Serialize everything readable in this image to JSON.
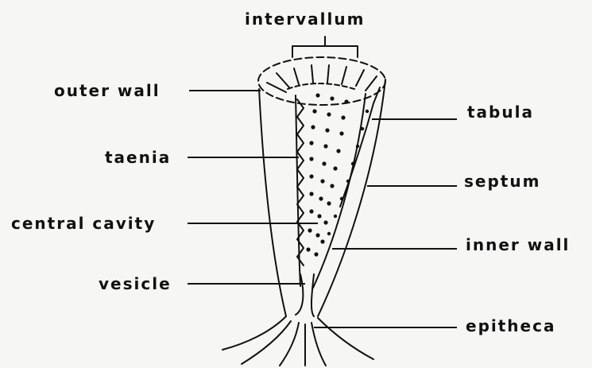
{
  "diagram": {
    "labels": {
      "intervallum": "intervallum",
      "outer_wall": "outer wall",
      "taenia": "taenia",
      "central_cavity": "central cavity",
      "vesicle": "vesicle",
      "tabula": "tabula",
      "septum": "septum",
      "inner_wall": "inner wall",
      "epitheca": "epitheca"
    },
    "colors": {
      "ink": "#111111",
      "background": "#f6f6f4"
    }
  }
}
